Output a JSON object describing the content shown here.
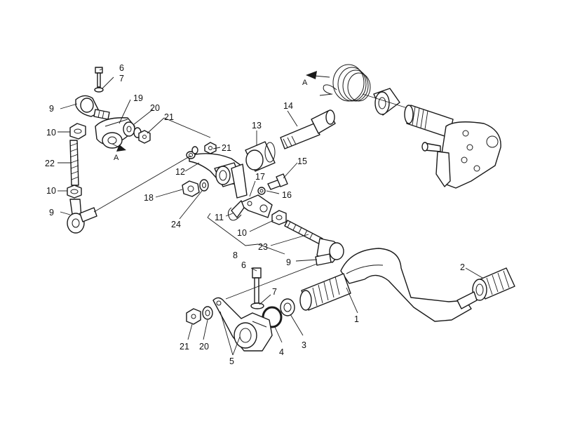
{
  "callouts": {
    "c1": "1",
    "c2": "2",
    "c3": "3",
    "c4": "4",
    "c5": "5",
    "c6a": "6",
    "c6b": "6",
    "c7a": "7",
    "c7b": "7",
    "c8": "8",
    "c9a": "9",
    "c9b": "9",
    "c9c": "9",
    "c10a": "10",
    "c10b": "10",
    "c10c": "10",
    "c11": "11",
    "c12": "12",
    "c13": "13",
    "c14": "14",
    "c15": "15",
    "c16": "16",
    "c17": "17",
    "c18": "18",
    "c19": "19",
    "c20a": "20",
    "c20b": "20",
    "c21a": "21",
    "c21b": "21",
    "c21c": "21",
    "c22": "22",
    "c23": "23",
    "c24": "24"
  },
  "arrows": {
    "a_top": "A",
    "a_left": "A"
  },
  "colors": {
    "line": "#1a1a1a",
    "background": "#ffffff"
  }
}
